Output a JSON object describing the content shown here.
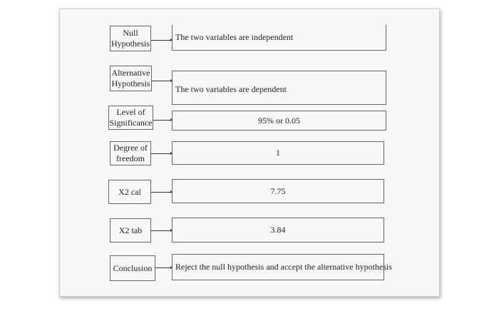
{
  "rows": [
    {
      "label": "Null\nHypothesis",
      "value": "The two variables are independent"
    },
    {
      "label": "Alternative\nHypothesis",
      "value": "The two variables are dependent"
    },
    {
      "label": "Level of\nSignificance",
      "value": "95% or 0.05"
    },
    {
      "label": "Degree of\nfreedom",
      "value": "1"
    },
    {
      "label": "X2 cal",
      "value": "7.75"
    },
    {
      "label": "X2 tab",
      "value": "3.84"
    },
    {
      "label": "Conclusion",
      "value": "Reject the null hypothesis and accept the alternative hypothesis"
    }
  ]
}
